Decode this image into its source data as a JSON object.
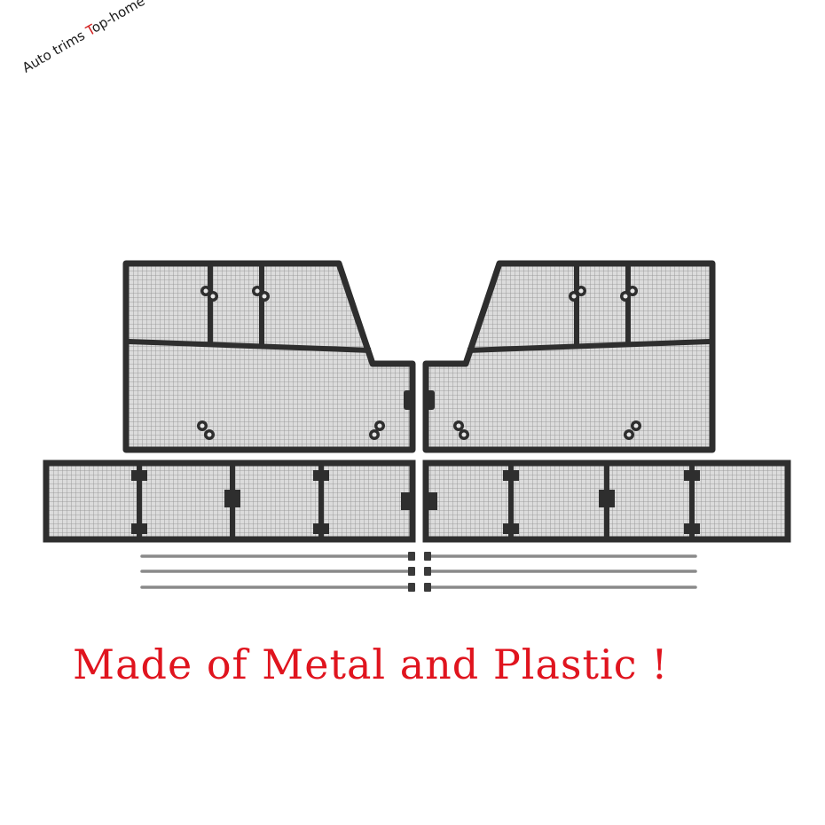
{
  "watermark": {
    "prefix": "Auto trims ",
    "accent_letter": "T",
    "suffix": "op-home",
    "accent_color": "#d11a1a"
  },
  "caption": {
    "text": "Made of Metal and Plastic !",
    "color": "#e0141e"
  },
  "product": {
    "frame_color": "#2e2e2e",
    "mesh_color": "#d4d4d4",
    "strap_color": "#8a8a8a"
  }
}
